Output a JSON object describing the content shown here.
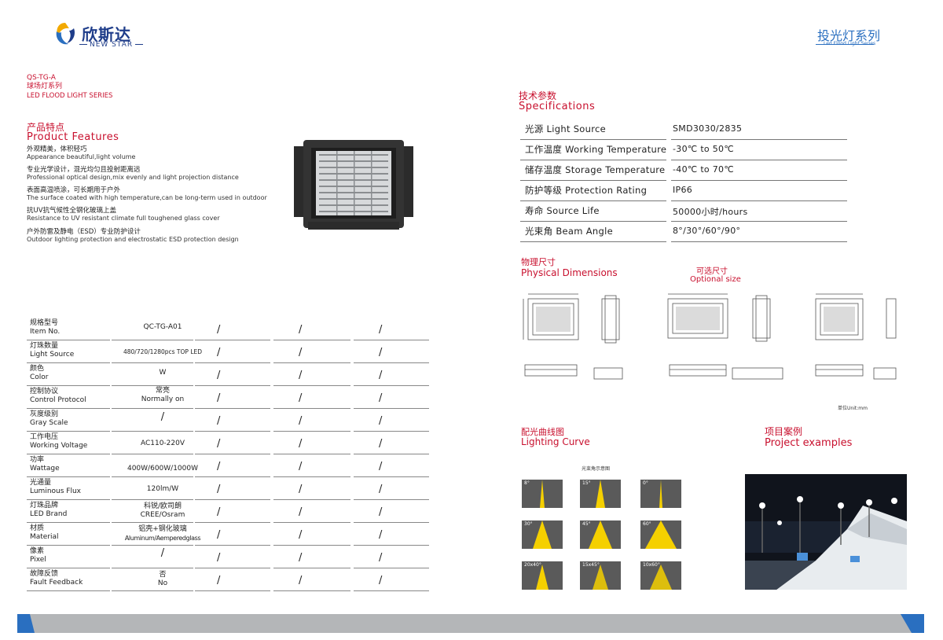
{
  "header": {
    "logo_cn": "欣斯达",
    "logo_en": "NEW STAR",
    "series_cn": "投光灯系列",
    "series_en": "Led Flood Light Series"
  },
  "product": {
    "model": "QS-TG-A",
    "name_cn": "球场灯系列",
    "name_en": "LED FLOOD LIGHT SERIES"
  },
  "features": {
    "title_cn": "产品特点",
    "title_en": "Product Features",
    "items": [
      {
        "cn": "外观精美，体积轻巧",
        "en": "Appearance beautiful,light volume"
      },
      {
        "cn": "专业光学设计，混光均匀且投射距离远",
        "en": "Professional optical design,mix evenly and light projection distance"
      },
      {
        "cn": "表面高温喷涂，可长期用于户外",
        "en": "The surface coated with high temperature,can be long-term used in outdoor"
      },
      {
        "cn": "抗UV抗气候性全钢化玻璃上盖",
        "en": "Resistance to UV resistant climate full toughened glass cover"
      },
      {
        "cn": "户外防雷及静电（ESD）专业防护设计",
        "en": "Outdoor lighting protection and electrostatic ESD protection design"
      }
    ]
  },
  "params": {
    "placeholder": "/",
    "rows": [
      {
        "cn": "规格型号",
        "en": "Item No.",
        "v1": "QC-TG-A01",
        "v2": ""
      },
      {
        "cn": "灯珠数量",
        "en": "Light Source",
        "v1": "480/720/1280pcs  TOP LED",
        "v2": ""
      },
      {
        "cn": "颜色",
        "en": "Color",
        "v1": "W",
        "v2": ""
      },
      {
        "cn": "控制协议",
        "en": "Control Protocol",
        "v1": "常亮",
        "v2": "Normally on"
      },
      {
        "cn": "灰度级别",
        "en": "Gray Scale",
        "v1": "/",
        "v2": ""
      },
      {
        "cn": "工作电压",
        "en": "Working Voltage",
        "v1": "AC110-220V",
        "v2": ""
      },
      {
        "cn": "功率",
        "en": "Wattage",
        "v1": "400W/600W/1000W",
        "v2": ""
      },
      {
        "cn": "光通量",
        "en": "Luminous Flux",
        "v1": "120lm/W",
        "v2": ""
      },
      {
        "cn": "灯珠品牌",
        "en": "LED Brand",
        "v1": "科锐/欧司朗",
        "v2": "CREE/Osram"
      },
      {
        "cn": "材质",
        "en": "Material",
        "v1": "铝壳+钢化玻璃",
        "v2": "Aluminum/Aemperedglass"
      },
      {
        "cn": "像素",
        "en": "Pixel",
        "v1": "/",
        "v2": ""
      },
      {
        "cn": "故障反馈",
        "en": "Fault Feedback",
        "v1": "否",
        "v2": "No"
      }
    ]
  },
  "specs": {
    "title_cn": "技术参数",
    "title_en": "Specifications",
    "rows": [
      {
        "k": "光源 Light Source",
        "v": "SMD3030/2835"
      },
      {
        "k": "工作温度 Working Temperature",
        "v": "-30℃ to  50℃"
      },
      {
        "k": "储存温度 Storage Temperature",
        "v": "-40℃ to  70℃"
      },
      {
        "k": "防护等级 Protection Rating",
        "v": "IP66"
      },
      {
        "k": "寿命 Source Life",
        "v": "50000小时/hours"
      },
      {
        "k": "光束角 Beam Angle",
        "v": "8°/30°/60°/90°"
      }
    ]
  },
  "dimensions": {
    "title_cn": "物理尺寸",
    "title_en": "Physical Dimensions",
    "optional_cn": "可选尺寸",
    "optional_en": "Optional size",
    "unit": "单位Unit:mm"
  },
  "curve": {
    "title_cn": "配光曲线图",
    "title_en": "Lighting Curve",
    "caption": "光束角示意图",
    "cells": [
      "8°",
      "15°",
      "0°",
      "30°",
      "45°",
      "60°",
      "20x40°",
      "15x45°",
      "10x60°"
    ]
  },
  "projects": {
    "title_cn": "项目案例",
    "title_en": "Project examples"
  },
  "colors": {
    "accent_red": "#c8102e",
    "accent_blue": "#2a6fc0",
    "logo_blue": "#1f3d8a",
    "footer": "#b4b6b8"
  }
}
